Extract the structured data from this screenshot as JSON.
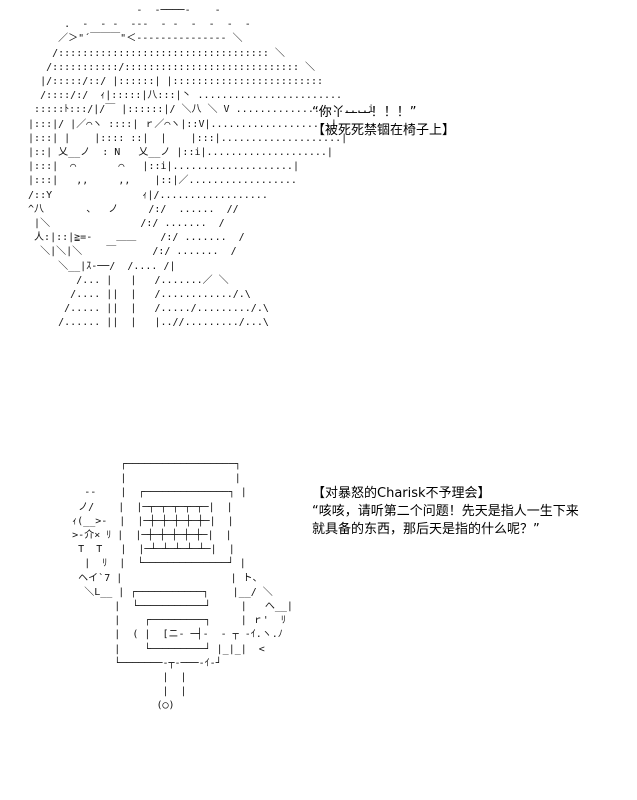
{
  "scene1": {
    "art": "                    ‐  ‐────‐    ‐\n        .  ‐  ‐ ‐  ‐‐‐  ‐ ‐  ‐  ‐  ‐  ‐\n       ／＞\"´￣￣￣\"＜‐‐‐‐‐‐‐‐‐‐‐‐‐‐‐ ＼\n      /::::::::::::::::::::::::::::::::::: ＼\n     /:::::::::::/::::::::::::::::::::::::::::: ＼\n    |/:::::/::/ |::::::| |:::::::::::::::::::::::::\n    /::::/:/  ｨ|:::::|八:::|丶 ........................\n   :::::ﾄ:::/|/￣ |::::::|/ ＼八 ＼ V ......................i\n  |:::|/ |／⌒ヽ ::::| ｒ／⌒ヽ|::V|....................|\n  |:::| |    |:::: ::|  |    |:::|....................|\n  |::| 乂__ノ  : N   乂__ノ |::i|....................|\n  |:::|  ⌒       ⌒   |::i|....................|\n  |:::|   ,,     ,,    |::|／..................\n  /::Y               ｨ|/..................\n  ^八       、  ノ     /:/  ......  //\n   |＼               /:/ .......  /\n   人:|::|≧=‐    ＿＿    /:/ .......  /\n    ＼|＼|＼    ￣      /:/ .......  /\n       ＼__|ｽ‐──/  /.... /|\n          /... |   |   /.......／ ＼\n         /.... ||  |   /............/.\\\n        /..... ||  |   /...../........./.\\\n       /...... ||  |   |..//........./...\\",
    "caption": "“你丫——！！！”\n【被死死禁锢在椅子上】"
  },
  "scene2": {
    "art": "                ┌──────────────────┐\n                |                  |\n          ‐‐    |  ┌──────────────┐ |\n         ノ/    |  |─┬─┬─┬─┬─┬─|  |\n        ｨ(__>‐  |  |─┼─┼─┼─┼─┼─|  |\n        >‐介× ﾘ |  |─┼─┼─┼─┼─┼─|  |\n         T  T   |  |─┴─┴─┴─┴─┴─|  |\n          |  ﾘ  |  └──────────────┘ |\n         ヘイ`7 |                  | ト、\n          ＼L__ | ┌───────────┐    |__/ ＼\n               |  └───────────┘     |   へ__|\n               |    ┌─────────┐     | ｒ'  ﾘ\n               |  ( |  [ニ‐ ─┤‐  ‐ ┬ ‐ｲ.ヽ.ﾉ\n               |    └─────────┘ |_|_|  <\n               └───────‐┬‐───‐ｲ‐┘\n                       |  |\n                       |  |\n                      (◯)",
    "caption": "【对暴怒的Charisk不予理会】\n“咳咳，请听第二个问题！先天是指人一生下来\n就具备的东西，那后天是指的什么呢？”"
  }
}
